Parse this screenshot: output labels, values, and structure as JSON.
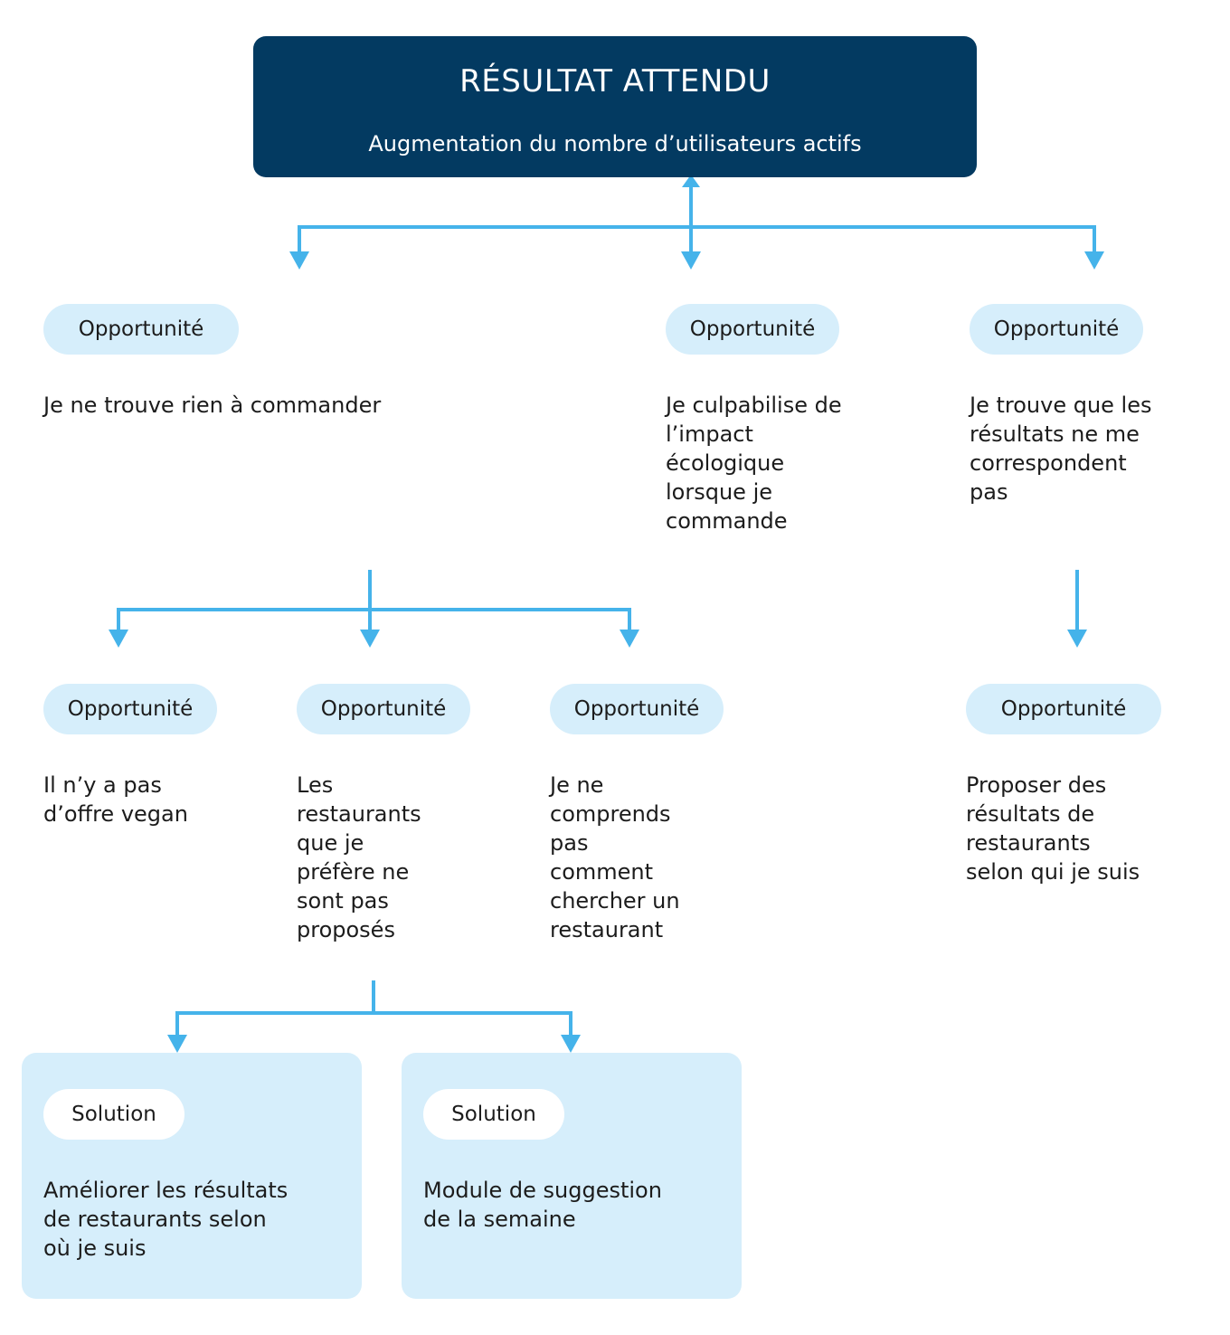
{
  "root": {
    "title": "RÉSULTAT ATTENDU",
    "subtitle": "Augmentation du nombre d’utilisateurs actifs"
  },
  "colors": {
    "root_bg": "#033a61",
    "pill_bg": "#d6eefb",
    "solution_bg": "#d6eefb",
    "connector": "#45b3ea",
    "text": "#1c1c1c"
  },
  "opportunities": [
    {
      "label": "Opportunité",
      "text": "Je ne trouve rien à commander"
    },
    {
      "label": "Opportunité",
      "text": "Je culpabilise de\nl’impact\nécologique\nlorsque je\ncommande"
    },
    {
      "label": "Opportunité",
      "text": "Je trouve que les\nrésultats ne me\ncorrespondent\npas"
    },
    {
      "label": "Opportunité",
      "text": "Il n’y a pas\nd’offre vegan"
    },
    {
      "label": "Opportunité",
      "text": "Les\nrestaurants\nque je\npréfère ne\nsont pas\nproposés"
    },
    {
      "label": "Opportunité",
      "text": "Je ne\ncomprends\npas\ncomment\nchercher un\nrestaurant"
    },
    {
      "label": "Opportunité",
      "text": "Proposer des\nrésultats de\nrestaurants\nselon qui je suis"
    }
  ],
  "solutions": [
    {
      "label": "Solution",
      "text": "Améliorer les résultats\nde restaurants selon\noù je suis"
    },
    {
      "label": "Solution",
      "text": "Module de suggestion\nde la semaine"
    }
  ]
}
